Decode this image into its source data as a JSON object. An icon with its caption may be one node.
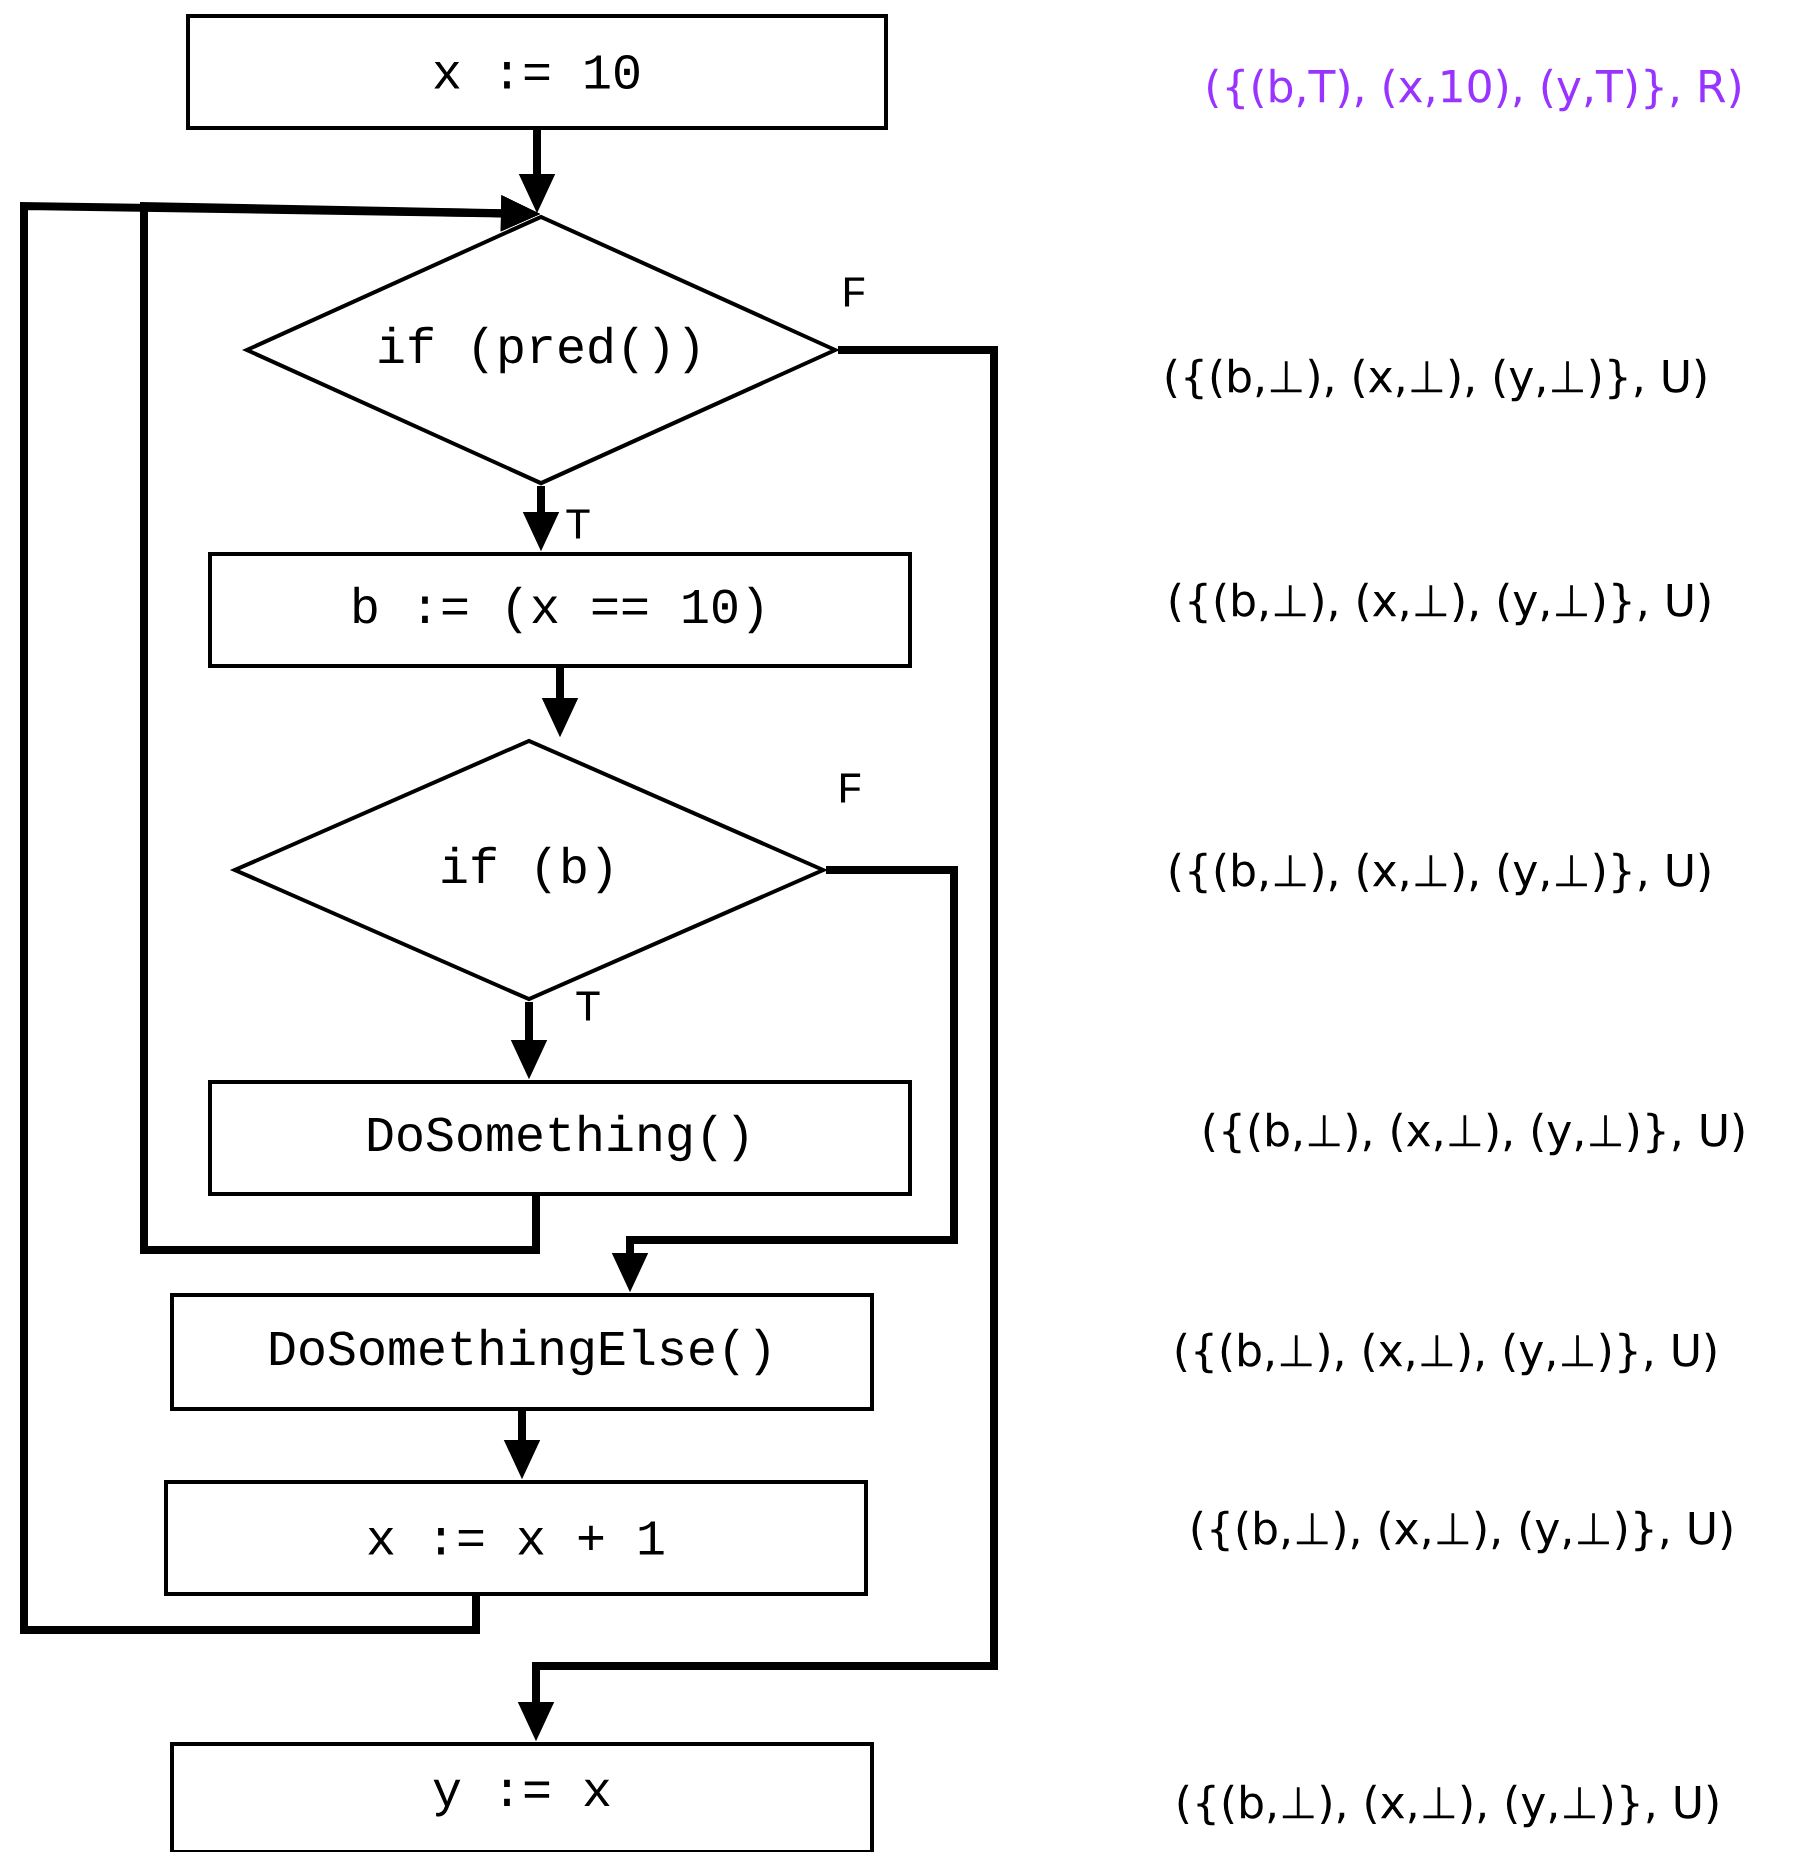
{
  "diagram": {
    "nodes": [
      {
        "text": [
          "x := 10"
        ]
      },
      {
        "text": [
          "if (pred())"
        ]
      },
      {
        "text": [
          "b := (x == 10)"
        ]
      },
      {
        "text": [
          "if (b)"
        ]
      },
      {
        "text": [
          "DoSomething()"
        ]
      },
      {
        "text": [
          "DoSomethingElse()"
        ]
      },
      {
        "text": [
          "x := x + 1"
        ]
      },
      {
        "text": [
          "y := x"
        ]
      }
    ],
    "edges": [
      {
        "from": 0,
        "to": 1,
        "arrow": "to"
      },
      {
        "from": 1,
        "to": 2,
        "arrow": "to",
        "label": "T"
      },
      {
        "from": 2,
        "to": 3,
        "arrow": "to"
      },
      {
        "from": 3,
        "to": 4,
        "arrow": "to",
        "label": "T"
      },
      {
        "from": 4,
        "to": 1,
        "arrow": "to"
      },
      {
        "from": 3,
        "to": 5,
        "arrow": "to",
        "label": "F"
      },
      {
        "from": 6,
        "to": 1,
        "arrow": "to"
      },
      {
        "from": 5,
        "to": 6,
        "arrow": "to"
      },
      {
        "from": 1,
        "to": 7,
        "arrow": "to",
        "label": "F"
      }
    ],
    "labels": [
      "({(b,T), (x,10), (y,T)}, R)",
      "({(b,⊥), (x,⊥), (y,⊥)}, U)",
      "({(b,⊥), (x,⊥), (y,⊥)}, U)",
      "({(b,⊥), (x,⊥), (y,⊥)}, U)",
      "({(b,⊥), (x,⊥), (y,⊥)}, U)",
      "({(b,⊥), (x,⊥), (y,⊥)}, U)",
      "({(b,⊥), (x,⊥), (y,⊥)}, U)",
      "({(b,⊥), (x,⊥), (y,⊥)}, U)"
    ]
  }
}
